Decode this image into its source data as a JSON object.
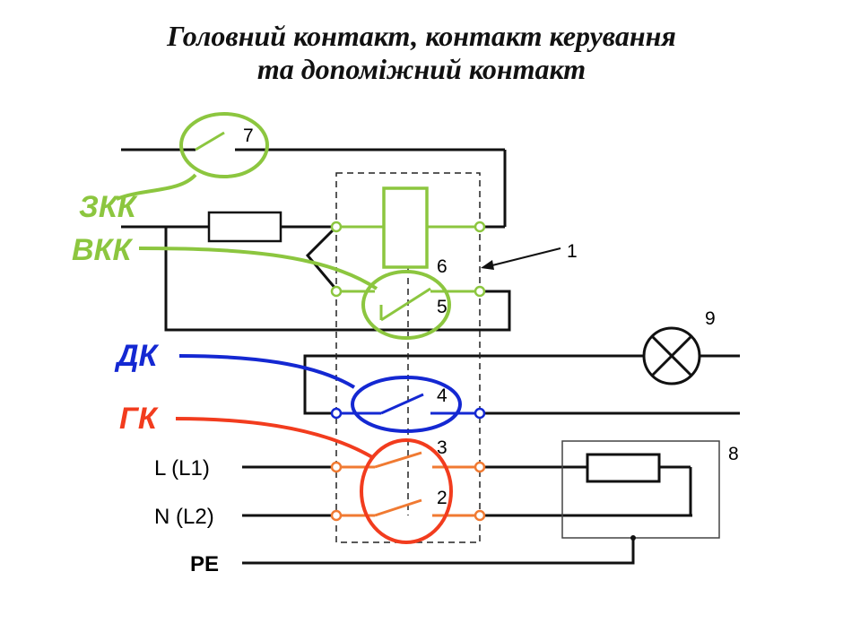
{
  "title": {
    "line1": "Головний контакт, контакт керування",
    "line2": "та  допоміжний контакт"
  },
  "groups": {
    "zkk": "ЗКК",
    "vkk": "ВКК",
    "dk": "ДК",
    "gk": "ГК"
  },
  "lines": {
    "l": "L  (L1)",
    "n": "N  (L2)",
    "pe": "PE"
  },
  "numbers": {
    "n1": "1",
    "n2": "2",
    "n3": "3",
    "n4": "4",
    "n5": "5",
    "n6": "6",
    "n7": "7",
    "n8": "8",
    "n9": "9"
  },
  "colors": {
    "green": "#8cc63f",
    "blue": "#1428d2",
    "red": "#f23c1e",
    "orange": "#f07a32",
    "black": "#111111"
  }
}
